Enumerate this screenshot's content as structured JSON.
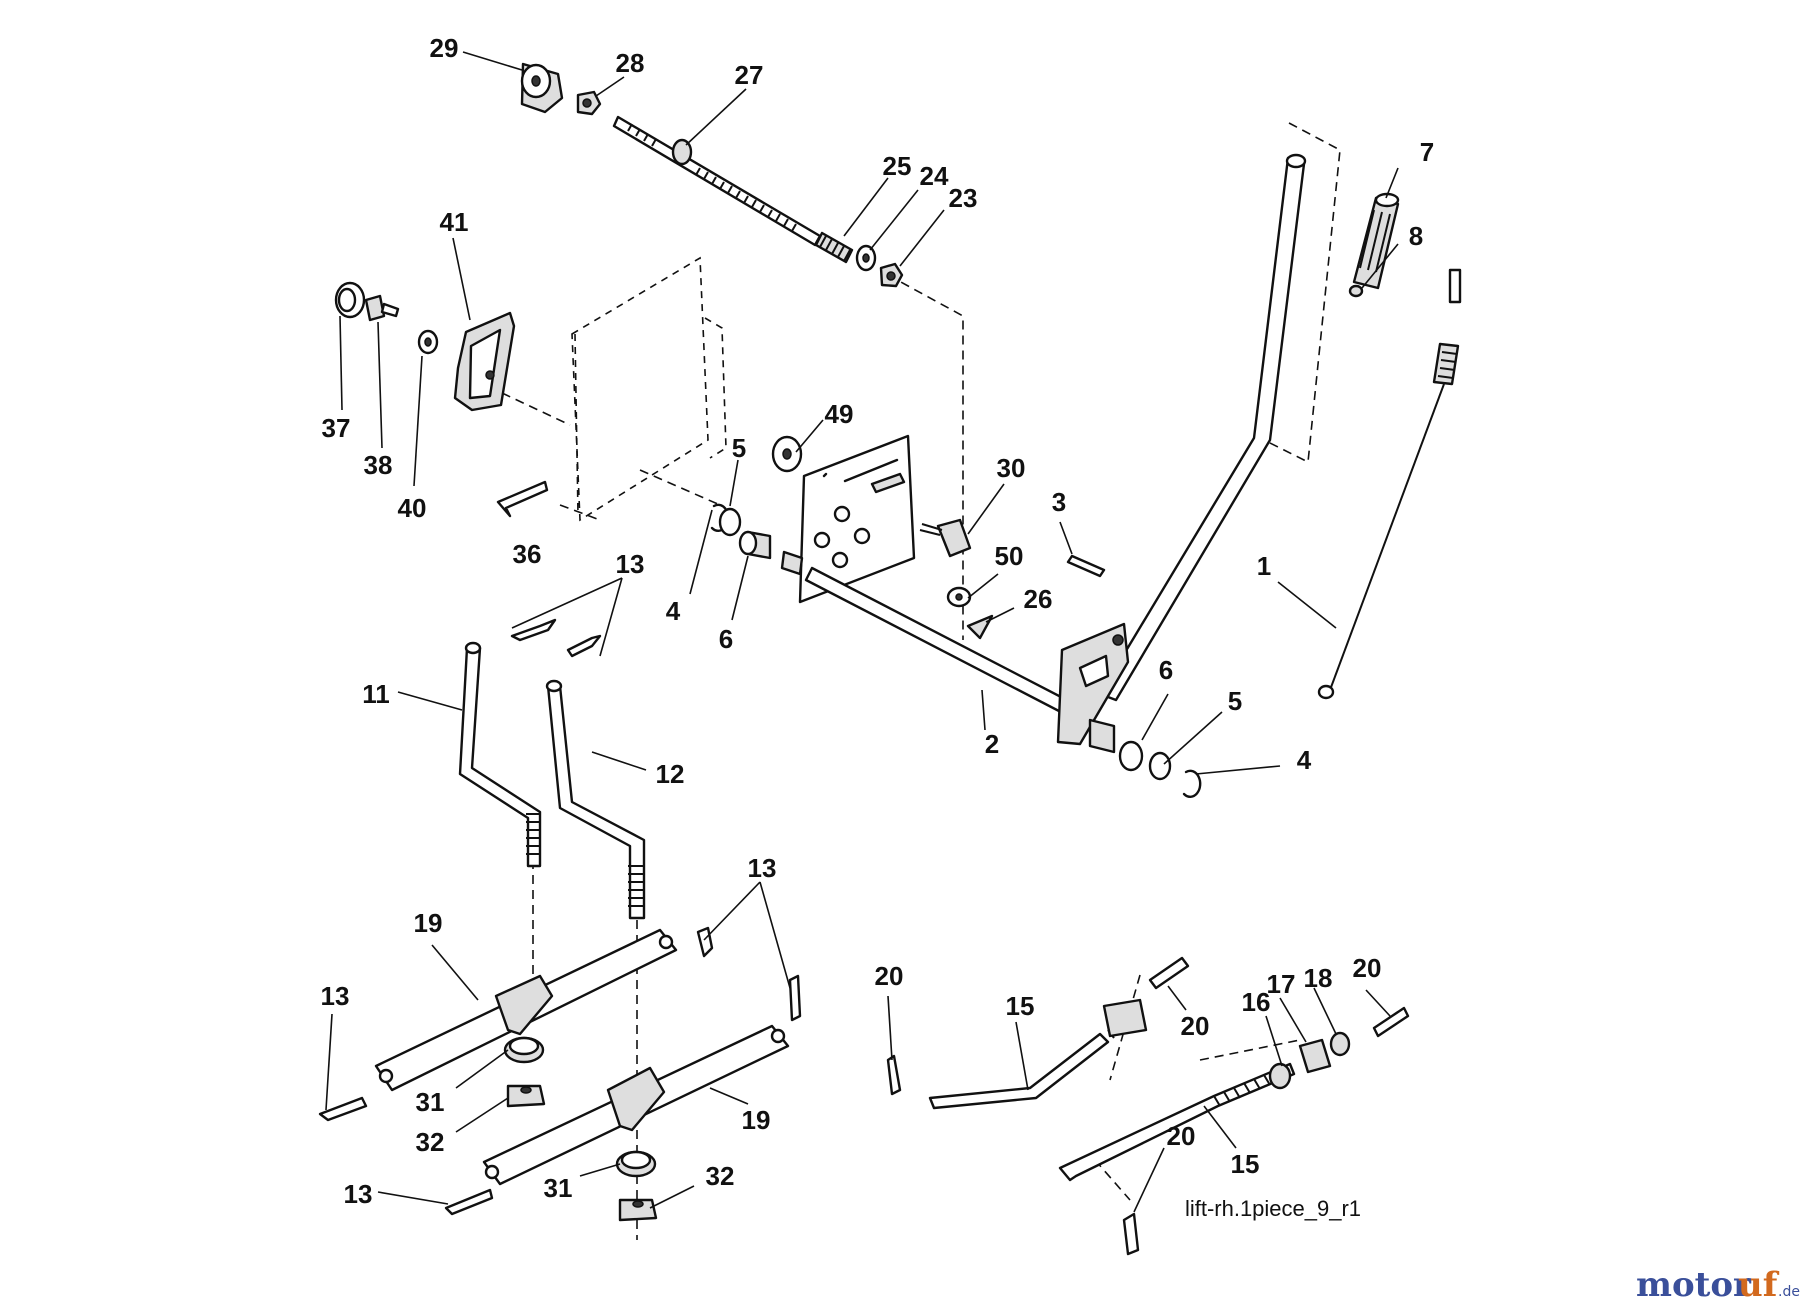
{
  "diagram": {
    "drawing_id": "lift-rh.1piece_9_r1",
    "callouts": [
      {
        "id": "c1",
        "text": "1"
      },
      {
        "id": "c2",
        "text": "2"
      },
      {
        "id": "c3",
        "text": "3"
      },
      {
        "id": "c4a",
        "text": "4"
      },
      {
        "id": "c4b",
        "text": "4"
      },
      {
        "id": "c5a",
        "text": "5"
      },
      {
        "id": "c5b",
        "text": "5"
      },
      {
        "id": "c6a",
        "text": "6"
      },
      {
        "id": "c6b",
        "text": "6"
      },
      {
        "id": "c7",
        "text": "7"
      },
      {
        "id": "c8",
        "text": "8"
      },
      {
        "id": "c11",
        "text": "11"
      },
      {
        "id": "c12",
        "text": "12"
      },
      {
        "id": "c13a",
        "text": "13"
      },
      {
        "id": "c13b",
        "text": "13"
      },
      {
        "id": "c13c",
        "text": "13"
      },
      {
        "id": "c13d",
        "text": "13"
      },
      {
        "id": "c15a",
        "text": "15"
      },
      {
        "id": "c15b",
        "text": "15"
      },
      {
        "id": "c16",
        "text": "16"
      },
      {
        "id": "c17",
        "text": "17"
      },
      {
        "id": "c18",
        "text": "18"
      },
      {
        "id": "c19a",
        "text": "19"
      },
      {
        "id": "c19b",
        "text": "19"
      },
      {
        "id": "c20a",
        "text": "20"
      },
      {
        "id": "c20b",
        "text": "20"
      },
      {
        "id": "c20c",
        "text": "20"
      },
      {
        "id": "c20d",
        "text": "20"
      },
      {
        "id": "c23",
        "text": "23"
      },
      {
        "id": "c24",
        "text": "24"
      },
      {
        "id": "c25",
        "text": "25"
      },
      {
        "id": "c26",
        "text": "26"
      },
      {
        "id": "c27",
        "text": "27"
      },
      {
        "id": "c28",
        "text": "28"
      },
      {
        "id": "c29",
        "text": "29"
      },
      {
        "id": "c30",
        "text": "30"
      },
      {
        "id": "c31a",
        "text": "31"
      },
      {
        "id": "c31b",
        "text": "31"
      },
      {
        "id": "c32a",
        "text": "32"
      },
      {
        "id": "c32b",
        "text": "32"
      },
      {
        "id": "c36",
        "text": "36"
      },
      {
        "id": "c37",
        "text": "37"
      },
      {
        "id": "c38",
        "text": "38"
      },
      {
        "id": "c40",
        "text": "40"
      },
      {
        "id": "c41",
        "text": "41"
      },
      {
        "id": "c49",
        "text": "49"
      },
      {
        "id": "c50",
        "text": "50"
      }
    ]
  },
  "watermark": {
    "brand_main": "motor",
    "brand_accent": "uf",
    "brand_suffix": ".de"
  }
}
